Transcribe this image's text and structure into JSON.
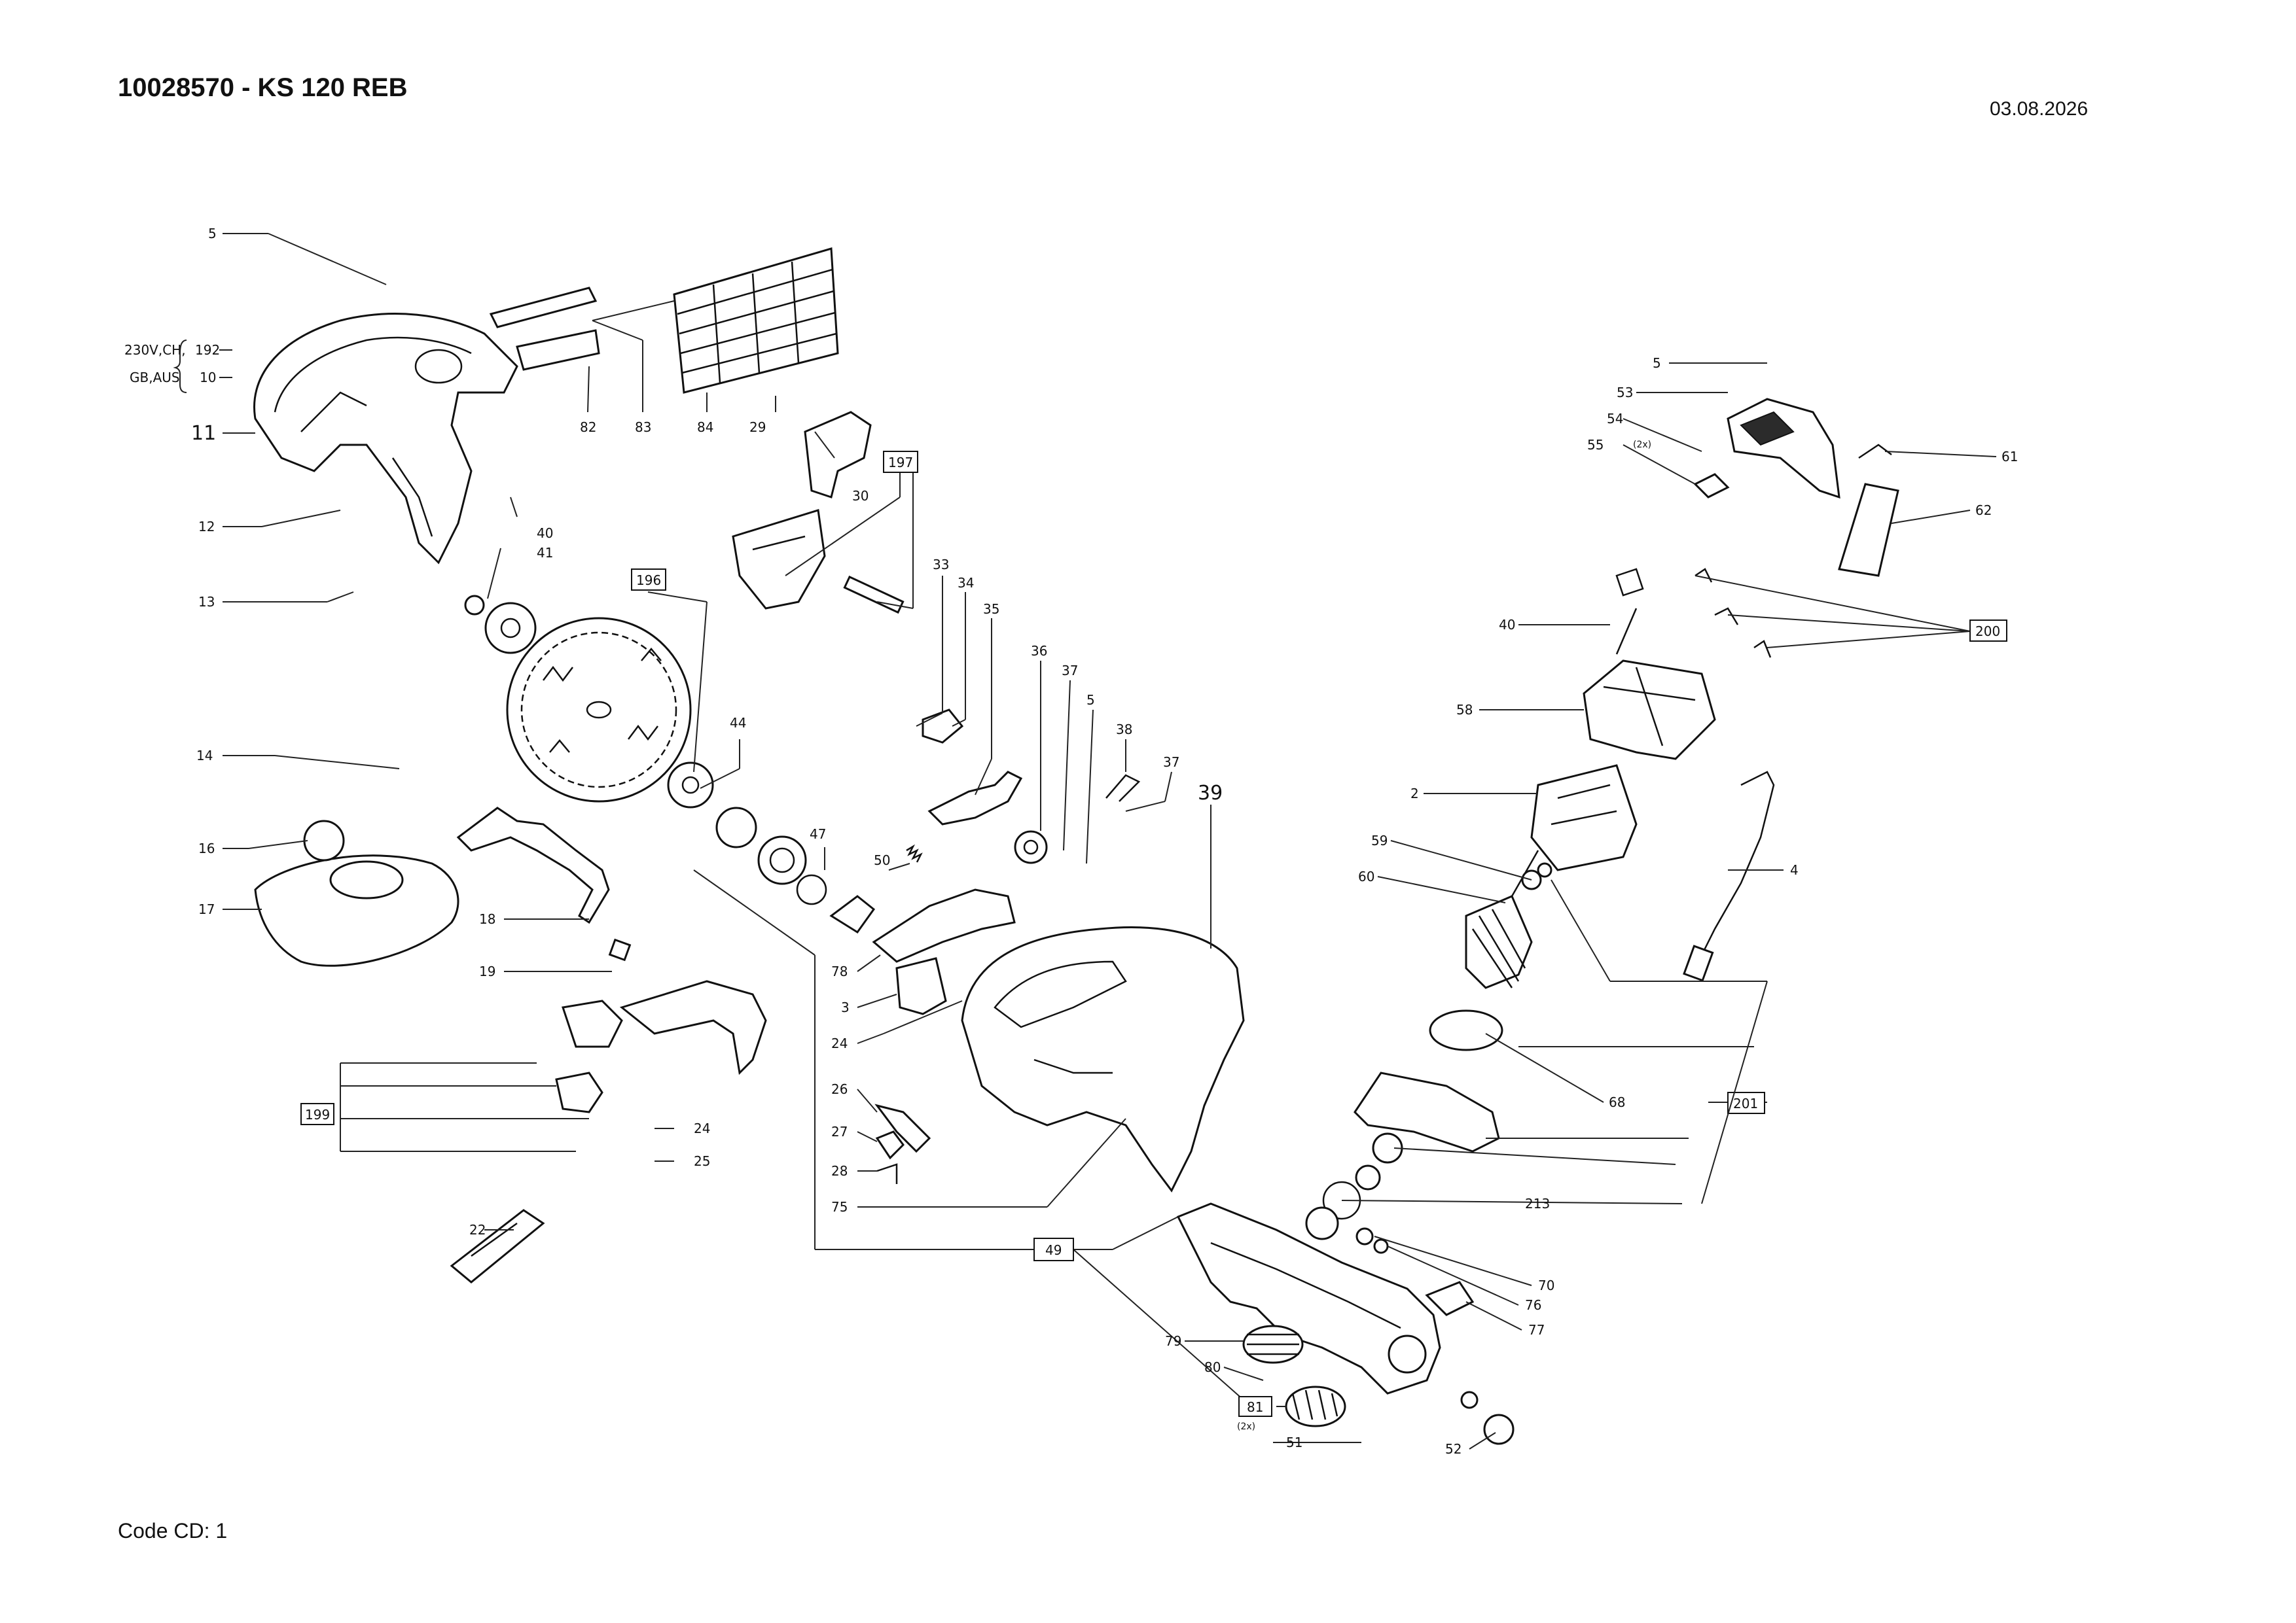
{
  "header": {
    "title": "10028570 - KS 120 REB",
    "date": "03.08.2026"
  },
  "footer": {
    "code": "Code CD: 1"
  },
  "labels": {
    "n5a": "5",
    "n192": "192",
    "n10": "10",
    "n11": "11",
    "n12": "12",
    "n13": "13",
    "n14": "14",
    "n16": "16",
    "n17": "17",
    "n18": "18",
    "n19": "19",
    "n199": "199",
    "n24a": "24",
    "n25": "25",
    "n22": "22",
    "n82": "82",
    "n83": "83",
    "n84": "84",
    "n29": "29",
    "n30": "30",
    "n197": "197",
    "n40a": "40",
    "n41": "41",
    "n196": "196",
    "n33": "33",
    "n34": "34",
    "n35": "35",
    "n36": "36",
    "n37a": "37",
    "n5b": "5",
    "n38": "38",
    "n37b": "37",
    "n39": "39",
    "n44": "44",
    "n47": "47",
    "n50": "50",
    "n78": "78",
    "n3": "3",
    "n24b": "24",
    "n26": "26",
    "n27": "27",
    "n28": "28",
    "n75": "75",
    "n49": "49",
    "n5c": "5",
    "n53": "53",
    "n54": "54",
    "n55": "55",
    "n2x_a": "(2x)",
    "n61": "61",
    "n62": "62",
    "n40b": "40",
    "n200": "200",
    "n58": "58",
    "n2": "2",
    "n59": "59",
    "n60": "60",
    "n4": "4",
    "n68": "68",
    "n201": "201",
    "n213": "213",
    "n70": "70",
    "n76": "76",
    "n77": "77",
    "n79": "79",
    "n80": "80",
    "n81": "81",
    "n2x_b": "(2x)",
    "n51": "51",
    "n52": "52"
  },
  "voltage_note": {
    "line1": "230V,CH,",
    "line2": "GB,AUS"
  }
}
